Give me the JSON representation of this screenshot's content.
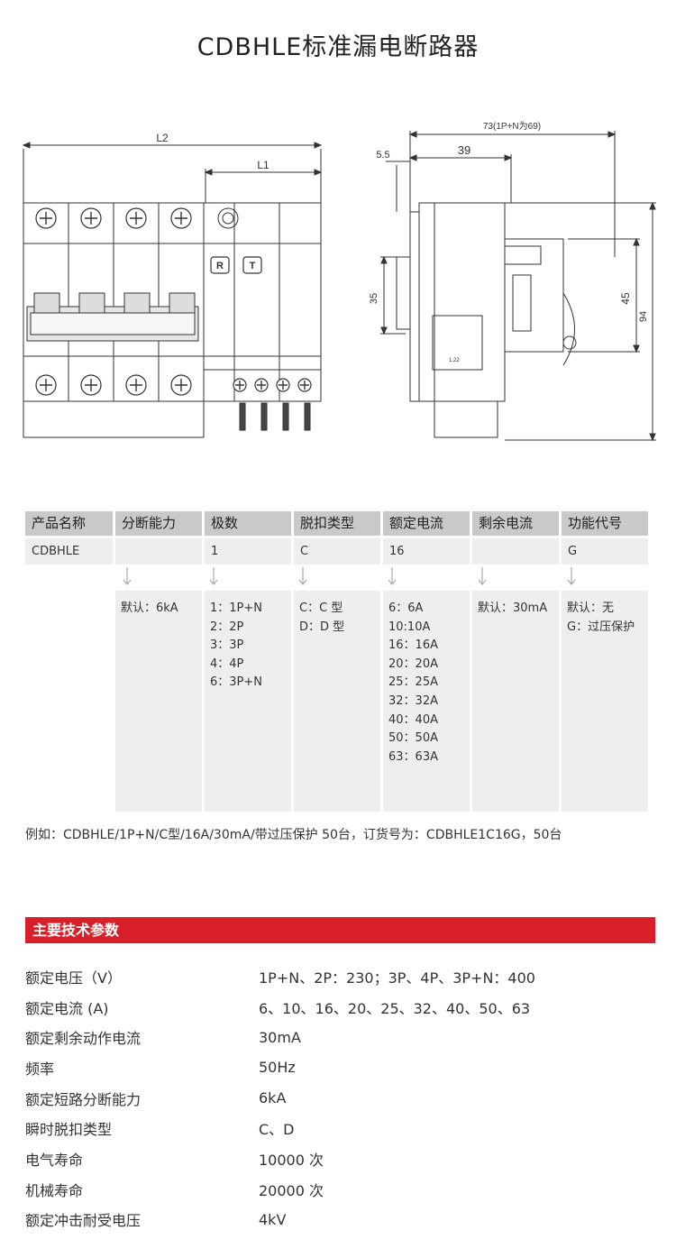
{
  "page": {
    "title": "CDBHLE标准漏电断路器"
  },
  "drawing": {
    "front": {
      "dim_total": "L2",
      "dim_module": "L1",
      "btn_r": "R",
      "btn_t": "T"
    },
    "side": {
      "dim_depth": "73(1P+N为69)",
      "dim_39": "39",
      "dim_offset": "5.5",
      "dim_35": "35",
      "dim_45": "45",
      "dim_94": "94",
      "label_mark": "1,22"
    }
  },
  "code_table": {
    "headers": [
      "产品名称",
      "分断能力",
      "极数",
      "脱扣类型",
      "额定电流",
      "剩余电流",
      "功能代号"
    ],
    "example_values": [
      "CDBHLE",
      "",
      "1",
      "C",
      "16",
      "",
      "G"
    ],
    "options": [
      [],
      [
        "默认：6kA"
      ],
      [
        "1：1P+N",
        "2：2P",
        "3：3P",
        "4：4P",
        "6：3P+N"
      ],
      [
        "C：C 型",
        "D：D 型"
      ],
      [
        "6：6A",
        "10:10A",
        "16：16A",
        "20：20A",
        "25：25A",
        "32：32A",
        "40：40A",
        "50：50A",
        "63：63A"
      ],
      [
        "默认：30mA"
      ],
      [
        "默认：无",
        "G：过压保护"
      ]
    ]
  },
  "example": {
    "text": "例如：CDBHLE/1P+N/C型/16A/30mA/带过压保护 50台，订货号为：CDBHLE1C16G，50台"
  },
  "specs": {
    "title": "主要技术参数",
    "rows": [
      {
        "label": "额定电压（V）",
        "value": "1P+N、2P：230；3P、4P、3P+N：400"
      },
      {
        "label": "额定电流 (A)",
        "value": "6、10、16、20、25、32、40、50、63"
      },
      {
        "label": "额定剩余动作电流",
        "value": "30mA"
      },
      {
        "label": "频率",
        "value": "50Hz"
      },
      {
        "label": "额定短路分断能力",
        "value": "6kA"
      },
      {
        "label": "瞬时脱扣类型",
        "value": "C、D"
      },
      {
        "label": "电气寿命",
        "value": "10000 次"
      },
      {
        "label": "机械寿命",
        "value": "20000 次"
      },
      {
        "label": "额定冲击耐受电压",
        "value": "4kV"
      }
    ]
  },
  "colors": {
    "accent": "#d9202a",
    "header_gray": "#c9c9c9",
    "cell_gray": "#eeeeee"
  }
}
